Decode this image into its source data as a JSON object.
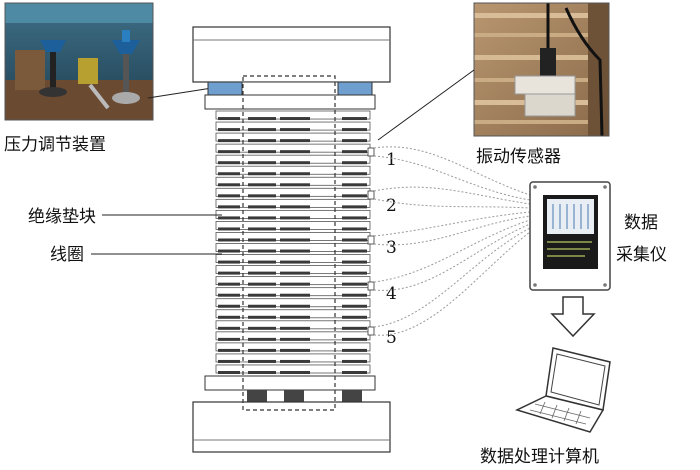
{
  "labels": {
    "pressure_device": "压力调节装置",
    "vibration_sensor": "振动传感器",
    "insulation_block": "绝缘垫块",
    "coil": "线圈",
    "daq_line1": "数据",
    "daq_line2": "采集仪",
    "computer": "数据处理计算机"
  },
  "sensor_numbers": [
    "1",
    "2",
    "3",
    "4",
    "5"
  ],
  "colors": {
    "blue_block": "#6f9fcf",
    "frame_fill": "#ffffff",
    "stroke": "#333333",
    "dark_block": "#3a3a3a",
    "wire": "#999999"
  },
  "icons": {
    "photo_pressure": "pressure-device-photo",
    "photo_sensor": "vibration-sensor-photo",
    "daq_device": "data-acquisition-device",
    "arrow": "down-arrow",
    "laptop": "laptop-icon"
  }
}
